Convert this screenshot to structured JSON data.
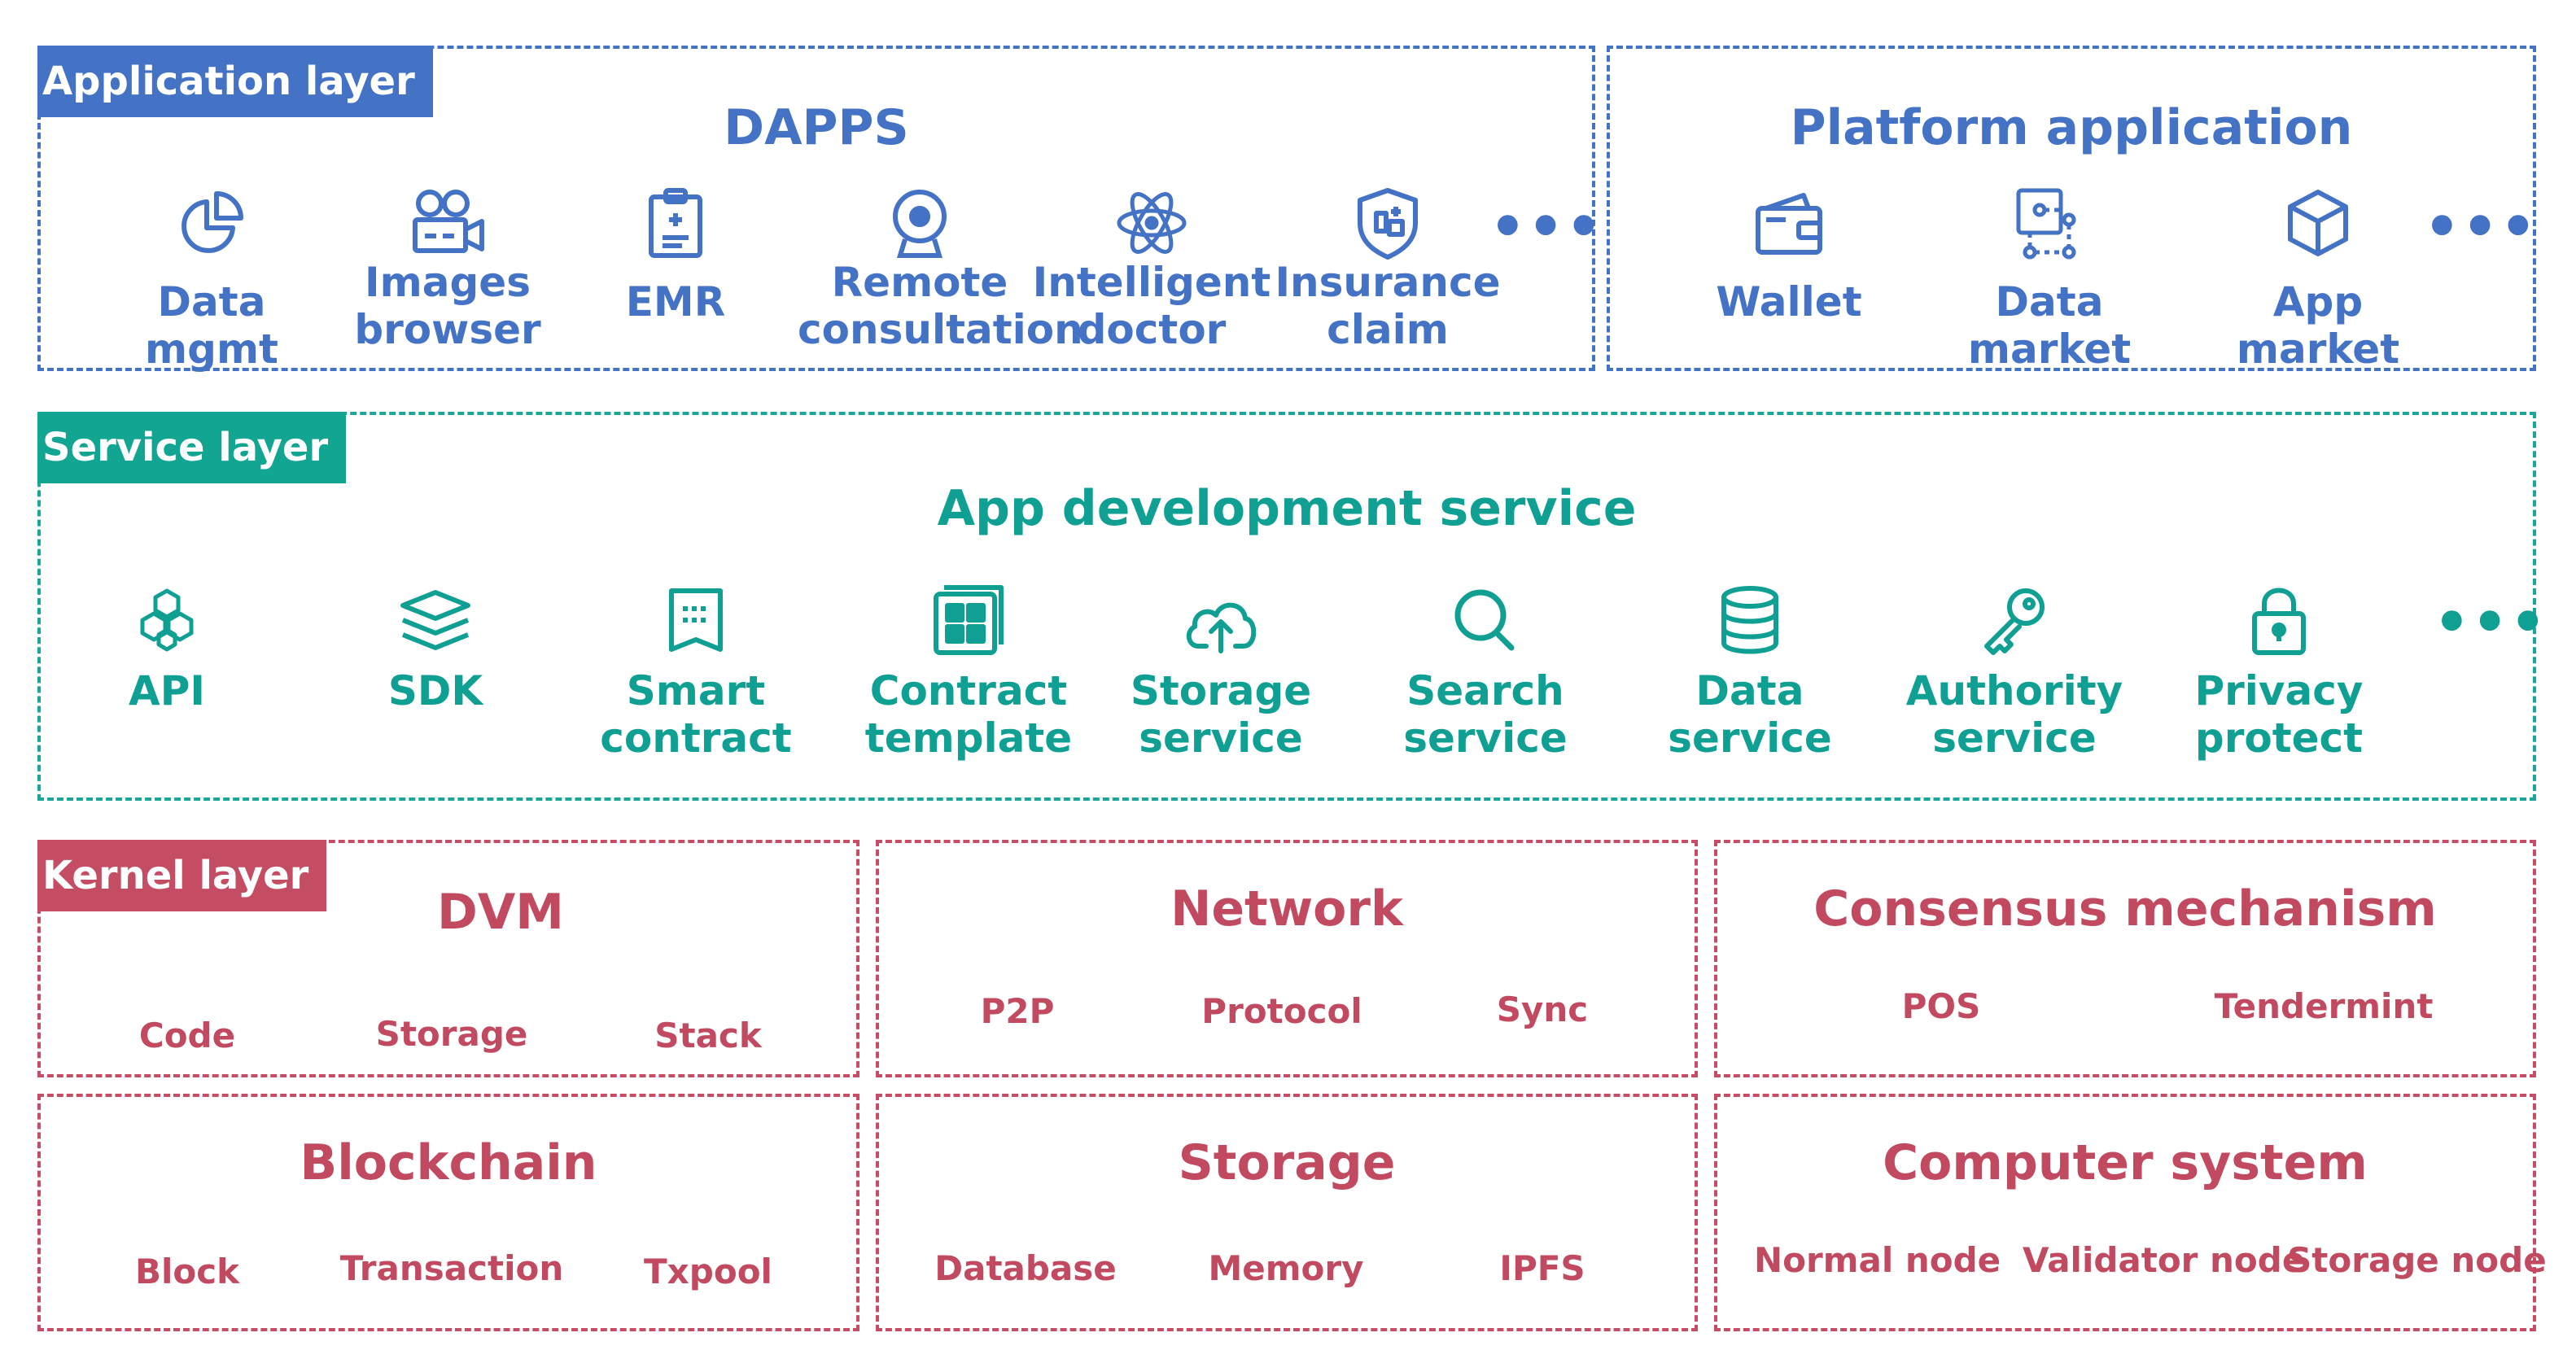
{
  "app_layer": {
    "tag": "Application layer",
    "dapps": {
      "title": "DAPPS",
      "items": [
        {
          "icon": "pie-chart-icon",
          "label": "Data mgmt"
        },
        {
          "icon": "video-camera-icon",
          "label": "Images\nbrowser"
        },
        {
          "icon": "medical-record-icon",
          "label": "EMR"
        },
        {
          "icon": "webcam-icon",
          "label": "Remote\nconsultation"
        },
        {
          "icon": "atom-icon",
          "label": "Intelligent\ndoctor"
        },
        {
          "icon": "insurance-shield-icon",
          "label": "Insurance\nclaim"
        }
      ],
      "more": "•••"
    },
    "platform": {
      "title": "Platform application",
      "items": [
        {
          "icon": "wallet-icon",
          "label": "Wallet"
        },
        {
          "icon": "data-market-icon",
          "label": "Data market"
        },
        {
          "icon": "cube-icon",
          "label": "App market"
        }
      ],
      "more": "•••"
    }
  },
  "service_layer": {
    "tag": "Service layer",
    "title": "App development service",
    "items": [
      {
        "icon": "hexagons-icon",
        "label": "API"
      },
      {
        "icon": "layers-icon",
        "label": "SDK"
      },
      {
        "icon": "contract-icon",
        "label": "Smart\ncontract"
      },
      {
        "icon": "template-grid-icon",
        "label": "Contract\ntemplate"
      },
      {
        "icon": "cloud-upload-icon",
        "label": "Storage\nservice"
      },
      {
        "icon": "search-icon",
        "label": "Search\nservice"
      },
      {
        "icon": "database-icon",
        "label": "Data\nservice"
      },
      {
        "icon": "key-icon",
        "label": "Authority\nservice"
      },
      {
        "icon": "lock-icon",
        "label": "Privacy\nprotect"
      }
    ],
    "more": "•••"
  },
  "kernel_layer": {
    "tag": "Kernel layer",
    "dvm": {
      "title": "DVM",
      "items": [
        "Code",
        "Storage",
        "Stack"
      ]
    },
    "network": {
      "title": "Network",
      "items": [
        "P2P",
        "Protocol",
        "Sync"
      ]
    },
    "consensus": {
      "title": "Consensus mechanism",
      "items": [
        "POS",
        "Tendermint"
      ]
    },
    "blockchain": {
      "title": "Blockchain",
      "items": [
        "Block",
        "Transaction",
        "Txpool"
      ]
    },
    "storage": {
      "title": "Storage",
      "items": [
        "Database",
        "Memory",
        "IPFS"
      ]
    },
    "computer": {
      "title": "Computer system",
      "items": [
        "Normal node",
        "Validator node",
        "Storage node"
      ]
    }
  },
  "colors": {
    "application": "#4472c4",
    "service": "#12a592",
    "kernel": "#c44c63"
  }
}
